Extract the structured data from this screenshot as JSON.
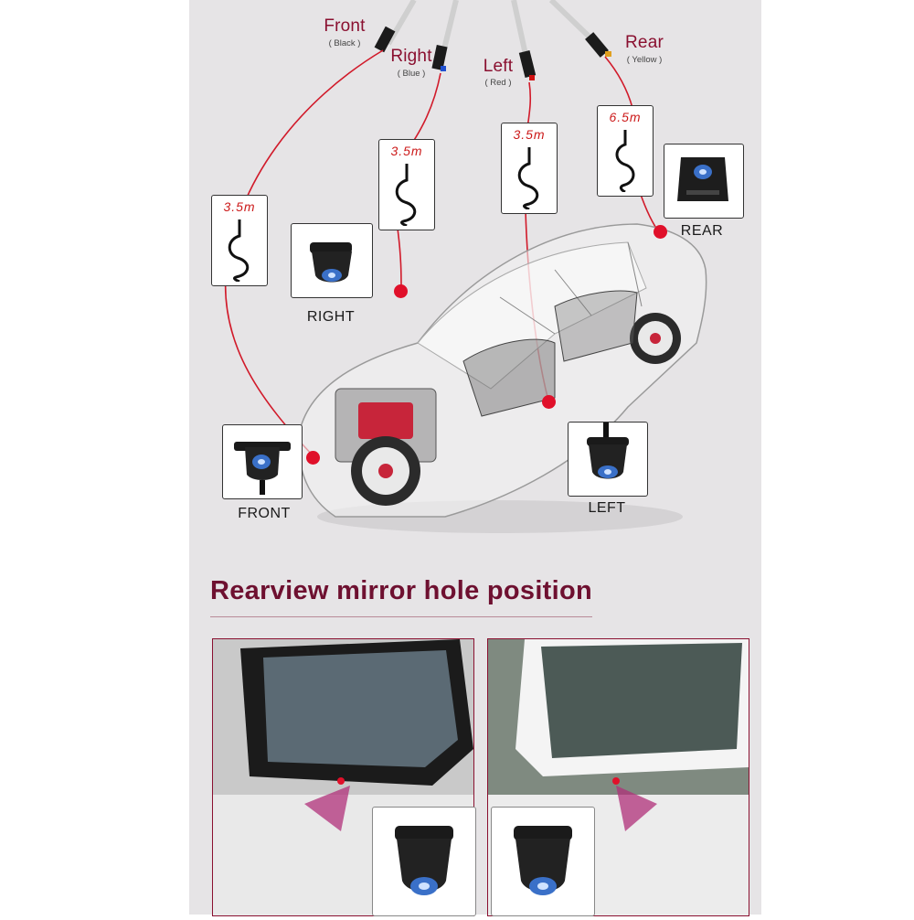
{
  "connectors": [
    {
      "name": "Front",
      "color": "( Black )"
    },
    {
      "name": "Right",
      "color": "( Blue )"
    },
    {
      "name": "Left",
      "color": "( Red )"
    },
    {
      "name": "Rear",
      "color": "( Yellow )"
    }
  ],
  "cables": [
    {
      "id": "front",
      "length": "3.5m"
    },
    {
      "id": "right",
      "length": "3.5m"
    },
    {
      "id": "left",
      "length": "3.5m"
    },
    {
      "id": "rear",
      "length": "6.5m"
    }
  ],
  "cameras": {
    "front": "FRONT",
    "right": "RIGHT",
    "left": "LEFT",
    "rear": "REAR"
  },
  "section_title": "Rearview mirror hole position",
  "colors": {
    "accent": "#8a1030",
    "wire": "#d11a2a",
    "background": "#e6e4e6"
  }
}
